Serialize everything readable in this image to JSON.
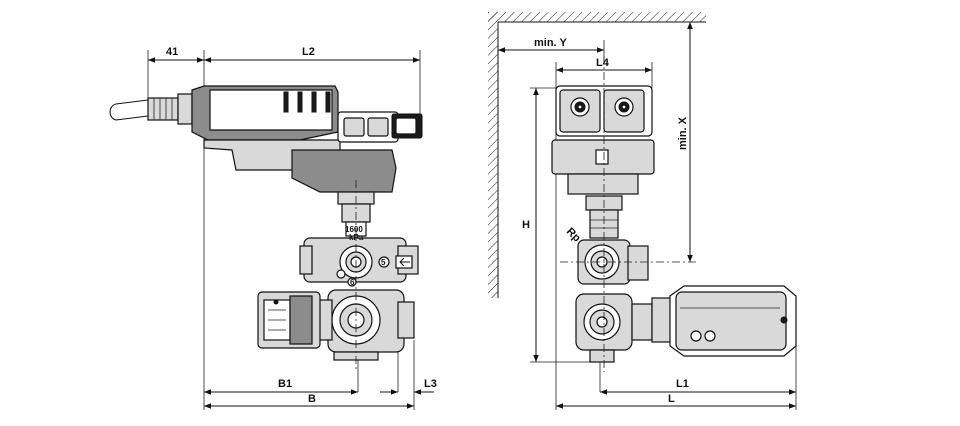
{
  "left_view": {
    "dim_41": "41",
    "dim_L2": "L2",
    "dim_B1": "B1",
    "dim_L3": "L3",
    "dim_B": "B",
    "pressure_value": "1600",
    "pressure_unit": "kPa",
    "port_5": "5",
    "port_6": "6"
  },
  "right_view": {
    "dim_minY": "min. Y",
    "dim_L4": "L4",
    "dim_minX": "min. X",
    "dim_H": "H",
    "dim_Rp": "Rp",
    "dim_L1": "L1",
    "dim_L": "L"
  }
}
